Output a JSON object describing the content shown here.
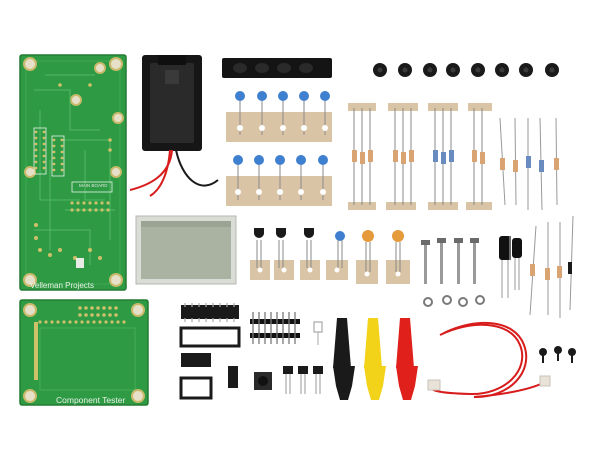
{
  "photo": {
    "subject": "Electronic kit parts laid out on white background",
    "background_color": "#ffffff"
  },
  "pcb_main": {
    "label": "Velleman Projects",
    "silk_text": "MAIN BOARD",
    "board_color": "#2f9a44"
  },
  "pcb_sub": {
    "label": "Component Tester",
    "board_color": "#2f9a44"
  },
  "colors": {
    "pcb_green": "#2f9a44",
    "pad_gold": "#cfc06a",
    "lcd_green": "#aab3a2",
    "tape_beige": "#d9c4a5",
    "cap_blue": "#3e7fd0",
    "cap_orange": "#e59a3c",
    "clip_black": "#1a1a1a",
    "clip_yellow": "#f3d21a",
    "clip_red": "#e0201b",
    "wire_red": "#d81c1c"
  }
}
